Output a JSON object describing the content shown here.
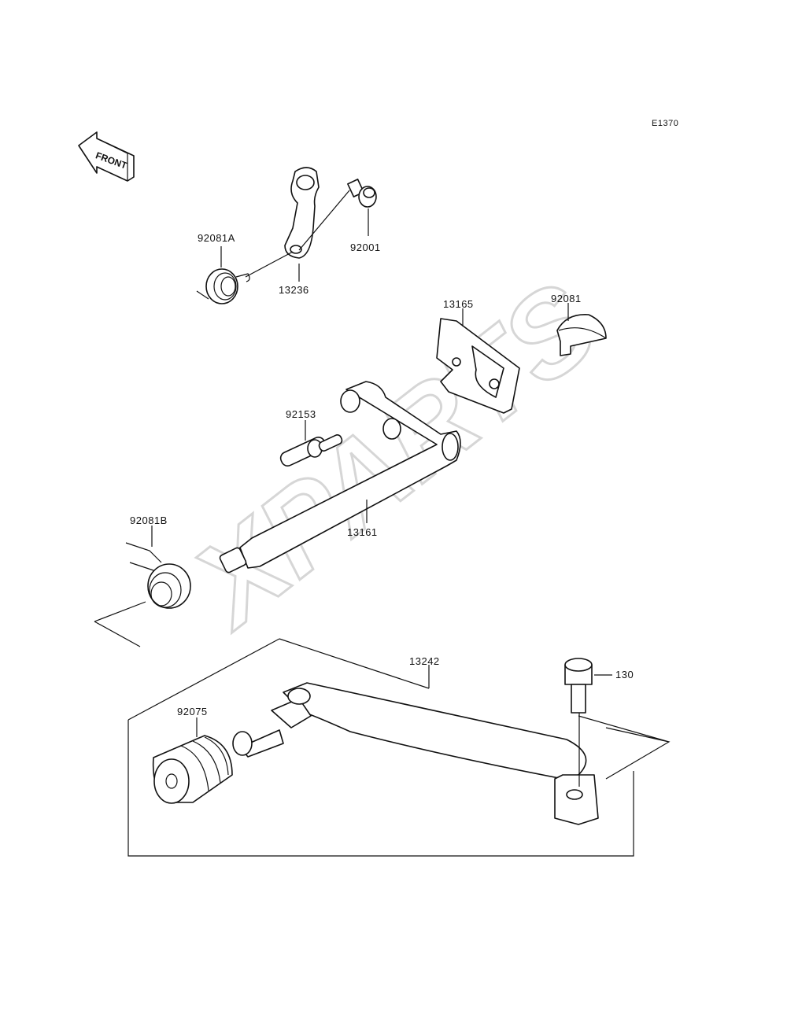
{
  "diagram_code": "E1370",
  "front_label": "FRONT",
  "watermark": "XPARTS",
  "parts": {
    "p92081A": "92081A",
    "p13236": "13236",
    "p92001": "92001",
    "p13165": "13165",
    "p92081": "92081",
    "p92153": "92153",
    "p13161": "13161",
    "p92081B": "92081B",
    "p13242": "13242",
    "p130": "130",
    "p92075": "92075"
  }
}
